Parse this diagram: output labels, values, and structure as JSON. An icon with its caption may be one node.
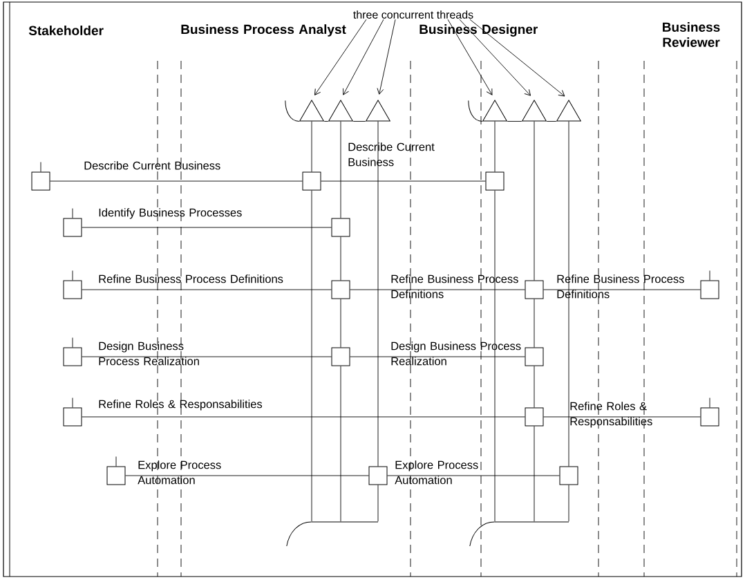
{
  "diagram": {
    "nodes": [
      {
        "text": [
          "three concurrent threads"
        ]
      },
      {
        "text": [],
        "shape": "triangle"
      },
      {
        "text": [],
        "shape": "triangle"
      },
      {
        "text": [],
        "shape": "triangle"
      },
      {
        "text": [],
        "shape": "triangle"
      },
      {
        "text": [],
        "shape": "triangle"
      },
      {
        "text": [],
        "shape": "triangle"
      },
      {
        "text": [],
        "shape": "box"
      },
      {
        "text": [],
        "shape": "box"
      },
      {
        "text": [],
        "shape": "box"
      },
      {
        "text": [],
        "shape": "box"
      },
      {
        "text": [],
        "shape": "box"
      },
      {
        "text": [],
        "shape": "box"
      },
      {
        "text": [],
        "shape": "box"
      },
      {
        "text": [],
        "shape": "box"
      },
      {
        "text": [],
        "shape": "box"
      },
      {
        "text": [],
        "shape": "box"
      },
      {
        "text": [],
        "shape": "box"
      },
      {
        "text": [],
        "shape": "box"
      },
      {
        "text": [],
        "shape": "box"
      },
      {
        "text": [],
        "shape": "box"
      },
      {
        "text": [],
        "shape": "box"
      },
      {
        "text": [],
        "shape": "box"
      },
      {
        "text": [],
        "shape": "box"
      },
      {
        "text": [],
        "shape": "box"
      },
      {
        "text": [],
        "shape": "bar"
      },
      {
        "text": [],
        "shape": "bar"
      }
    ],
    "edges": [
      {
        "from": 7,
        "to": 8,
        "arrow": "none",
        "label": "Describe Current Business"
      },
      {
        "from": 8,
        "to": 9,
        "arrow": "none",
        "label": "Describe Current Business"
      },
      {
        "from": 10,
        "to": 11,
        "arrow": "none",
        "label": "Identify Business Processes"
      },
      {
        "from": 12,
        "to": 13,
        "arrow": "none",
        "label": "Refine Business Process Definitions"
      },
      {
        "from": 13,
        "to": 14,
        "arrow": "none",
        "label": "Refine Business Process Definitions"
      },
      {
        "from": 14,
        "to": 15,
        "arrow": "none",
        "label": "Refine Business Process Definitions"
      },
      {
        "from": 16,
        "to": 17,
        "arrow": "none",
        "label": "Design Business Process Realization"
      },
      {
        "from": 17,
        "to": 18,
        "arrow": "none",
        "label": "Design Business Process Realization"
      },
      {
        "from": 19,
        "to": 20,
        "arrow": "none",
        "label": "Refine Roles & Responsabilities"
      },
      {
        "from": 20,
        "to": 21,
        "arrow": "none",
        "label": "Refine Roles & Responsabilities"
      },
      {
        "from": 22,
        "to": 23,
        "arrow": "none",
        "label": "Explore Process Automation"
      },
      {
        "from": 23,
        "to": 24,
        "arrow": "none",
        "label": "Explore Process Automation"
      },
      {
        "from": 0,
        "to": 1,
        "arrow": "to"
      },
      {
        "from": 0,
        "to": 2,
        "arrow": "to"
      },
      {
        "from": 0,
        "to": 3,
        "arrow": "to"
      },
      {
        "from": 0,
        "to": 4,
        "arrow": "to"
      },
      {
        "from": 0,
        "to": 5,
        "arrow": "to"
      },
      {
        "from": 0,
        "to": 6,
        "arrow": "to"
      },
      {
        "from": 1,
        "to": 2,
        "arrow": "none"
      },
      {
        "from": 2,
        "to": 3,
        "arrow": "none"
      },
      {
        "from": 4,
        "to": 5,
        "arrow": "none"
      },
      {
        "from": 5,
        "to": 6,
        "arrow": "none"
      },
      {
        "from": 1,
        "to": 8,
        "arrow": "none"
      },
      {
        "from": 8,
        "to": 25,
        "arrow": "none"
      },
      {
        "from": 2,
        "to": 11,
        "arrow": "none"
      },
      {
        "from": 11,
        "to": 13,
        "arrow": "none"
      },
      {
        "from": 13,
        "to": 17,
        "arrow": "none"
      },
      {
        "from": 17,
        "to": 25,
        "arrow": "none"
      },
      {
        "from": 3,
        "to": 23,
        "arrow": "none"
      },
      {
        "from": 23,
        "to": 25,
        "arrow": "none"
      },
      {
        "from": 4,
        "to": 9,
        "arrow": "none"
      },
      {
        "from": 9,
        "to": 26,
        "arrow": "none"
      },
      {
        "from": 5,
        "to": 14,
        "arrow": "none"
      },
      {
        "from": 14,
        "to": 18,
        "arrow": "none"
      },
      {
        "from": 18,
        "to": 20,
        "arrow": "none"
      },
      {
        "from": 20,
        "to": 26,
        "arrow": "none"
      },
      {
        "from": 6,
        "to": 24,
        "arrow": "none"
      },
      {
        "from": 24,
        "to": 26,
        "arrow": "none"
      }
    ],
    "labels": [
      "Stakeholder",
      "Business Process Analyst",
      "Business Designer",
      "Business Reviewer"
    ]
  }
}
